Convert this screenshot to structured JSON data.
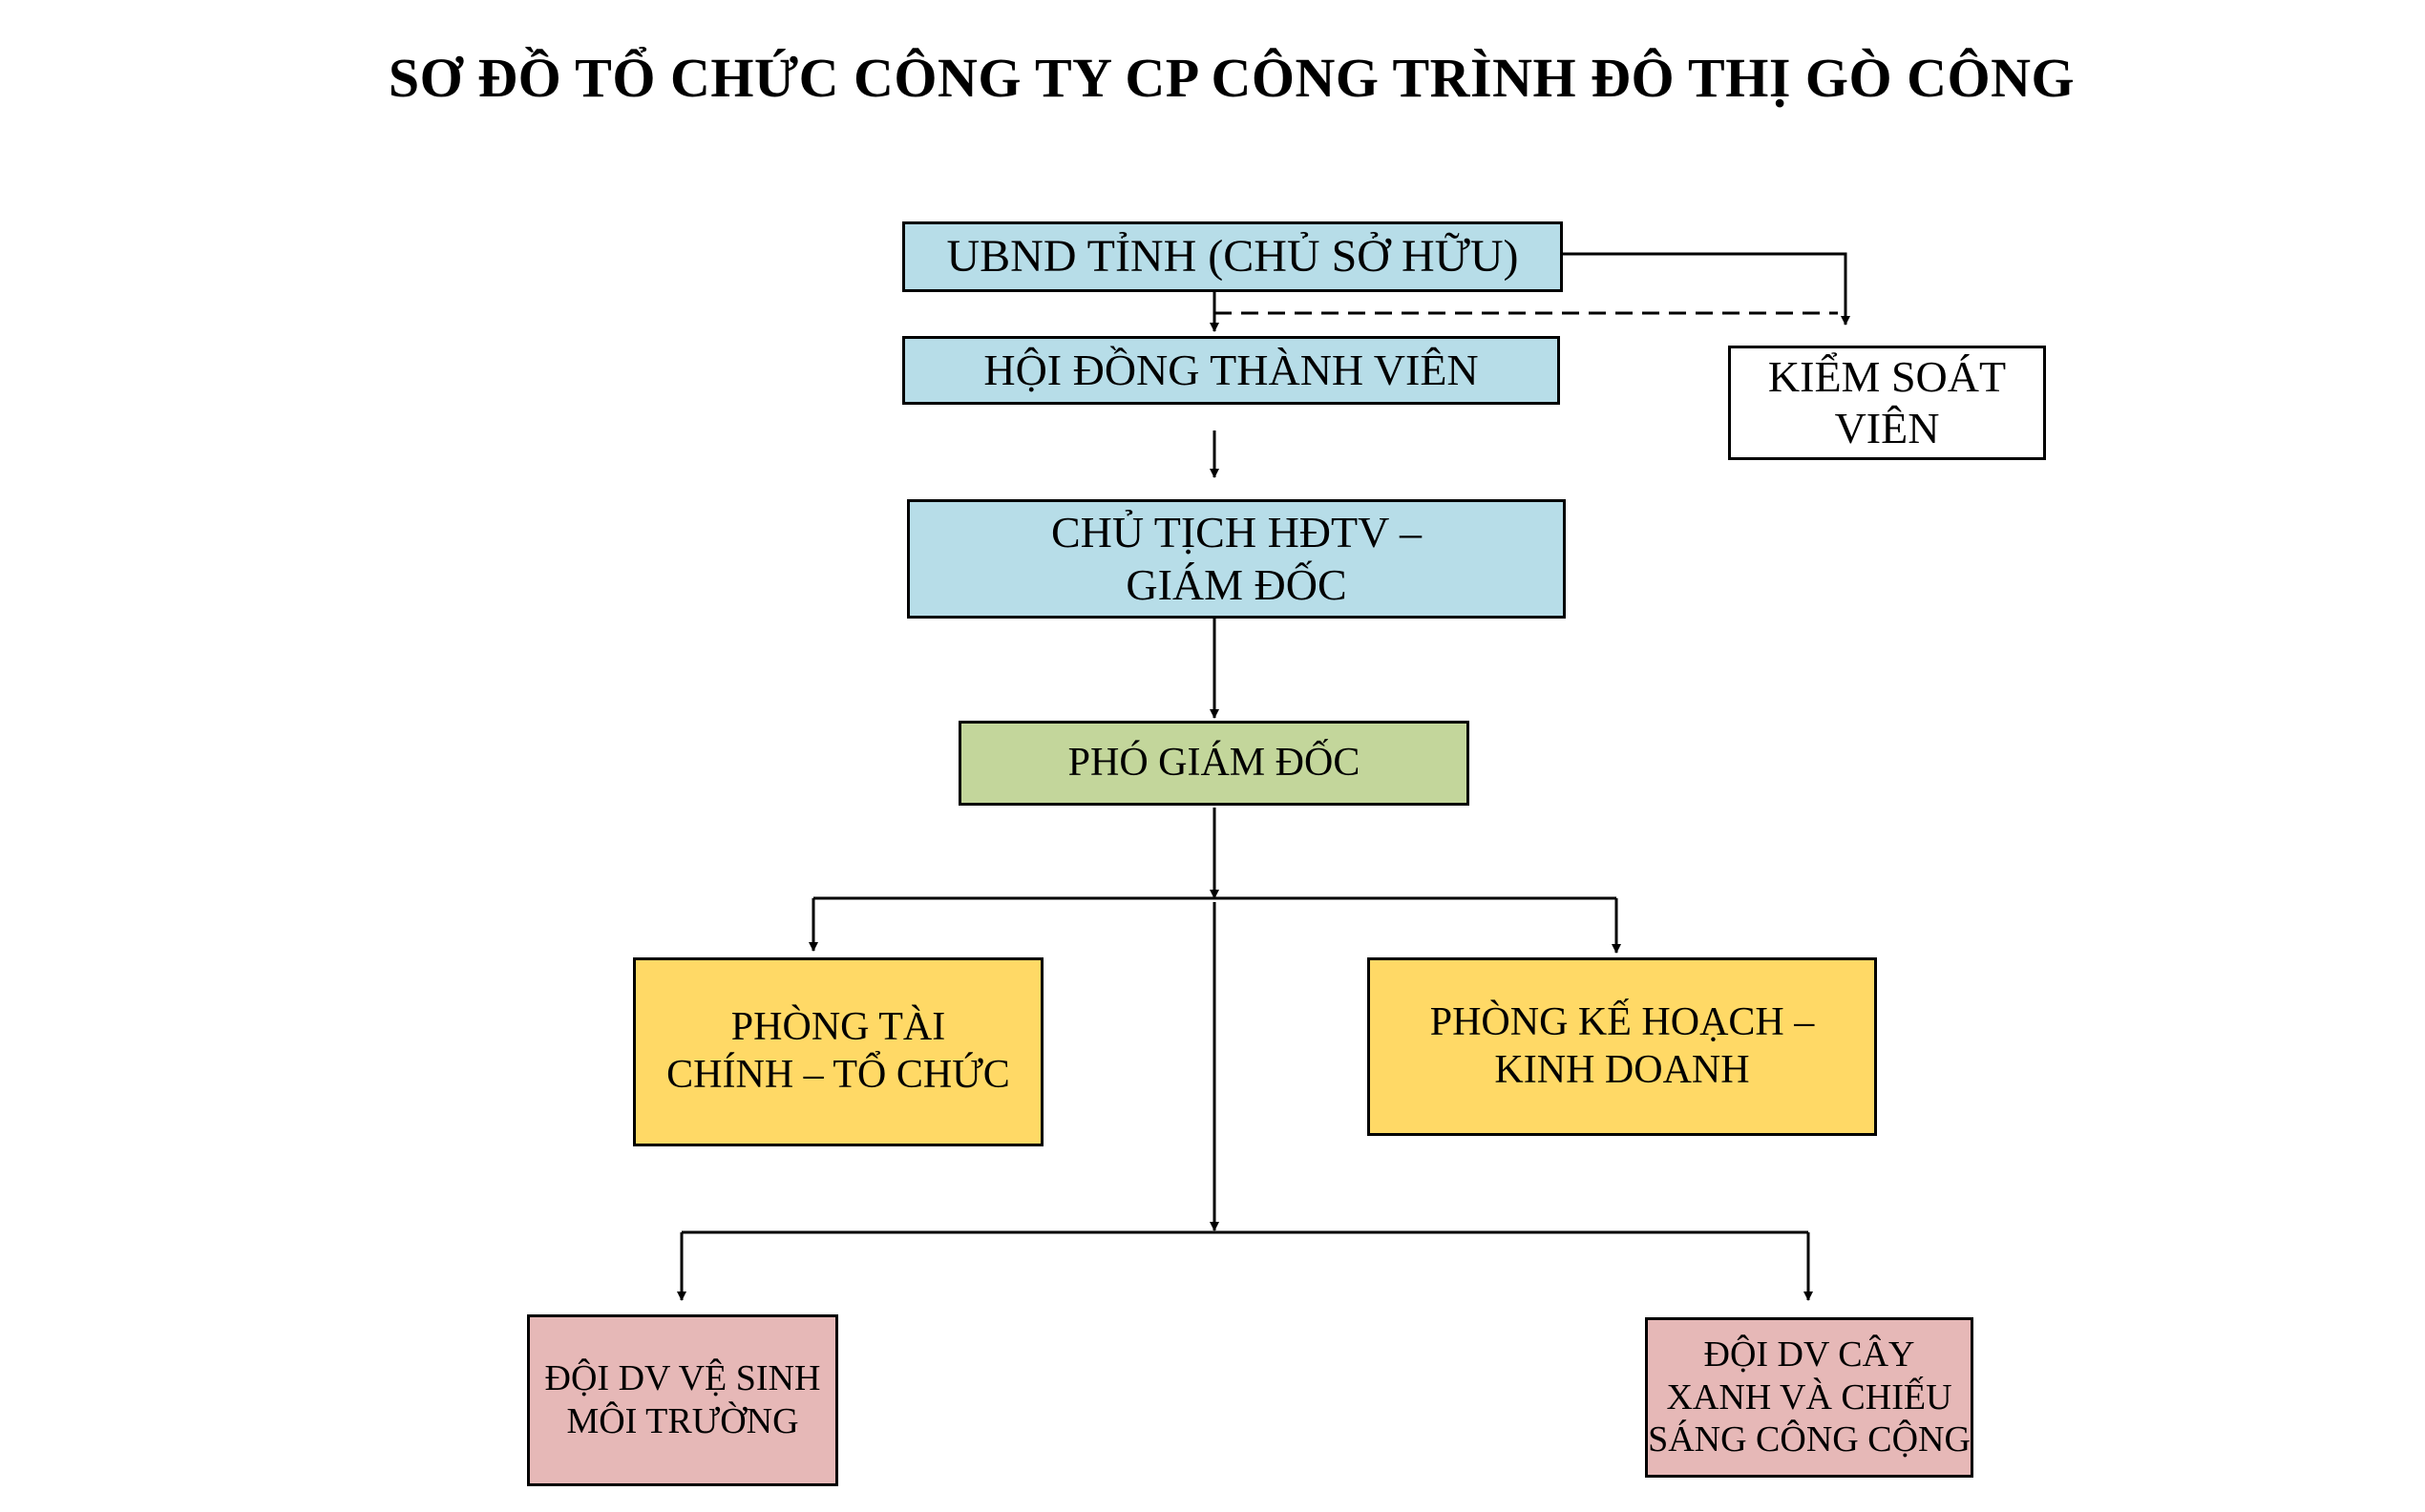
{
  "title": "SƠ ĐỒ TỔ CHỨC CÔNG TY CP CÔNG TRÌNH ĐÔ THỊ GÒ CÔNG",
  "nodes": {
    "ubnd": {
      "lines": [
        "UBND TỈNH (CHỦ SỞ HỮU)"
      ]
    },
    "hoi_dong": {
      "lines": [
        "HỘI ĐỒNG THÀNH VIÊN"
      ]
    },
    "kiem_soat": {
      "lines": [
        "KIỂM SOÁT",
        "VIÊN"
      ]
    },
    "chu_tich": {
      "lines": [
        "CHỦ TỊCH HĐTV –",
        "GIÁM ĐỐC"
      ]
    },
    "pho_giam_doc": {
      "lines": [
        "PHÓ GIÁM ĐỐC"
      ]
    },
    "phong_tai_chinh": {
      "lines": [
        "PHÒNG TÀI",
        "CHÍNH – TỔ CHỨC"
      ]
    },
    "phong_ke_hoach": {
      "lines": [
        "PHÒNG KẾ HOẠCH –",
        "KINH DOANH"
      ]
    },
    "doi_ve_sinh": {
      "lines": [
        "ĐỘI DV VỆ SINH",
        "MÔI TRƯỜNG"
      ]
    },
    "doi_cay_xanh": {
      "lines": [
        "ĐỘI DV CÂY",
        "XANH VÀ CHIẾU",
        "SÁNG CÔNG CỘNG"
      ]
    }
  },
  "colors": {
    "leadership": "#b7dde8",
    "deputy": "#c3d69b",
    "departments": "#ffd966",
    "teams": "#e6b8b7",
    "supervisor": "#ffffff",
    "lines": "#000000"
  }
}
